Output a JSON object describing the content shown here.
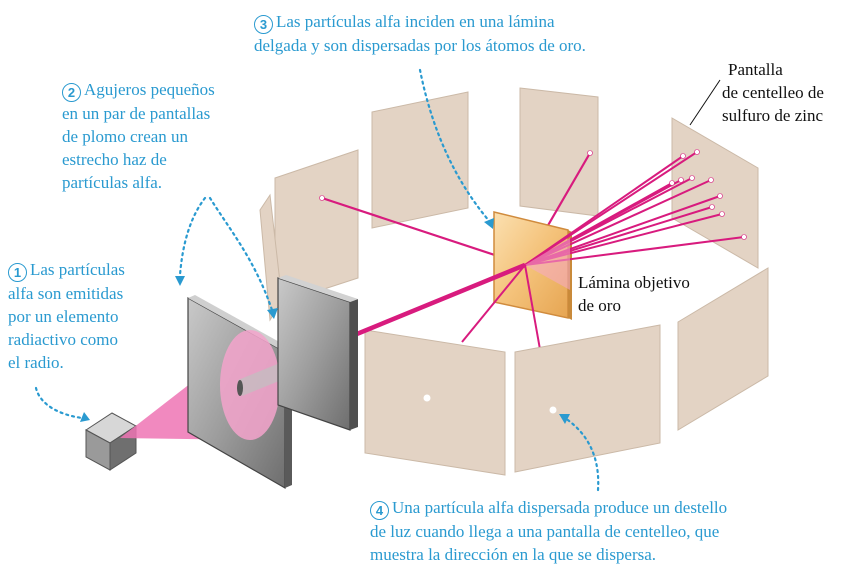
{
  "callouts": [
    {
      "number": "1",
      "lines": [
        "Las partículas",
        "alfa son emitidas",
        "por un elemento",
        "radiactivo como",
        "el radio."
      ]
    },
    {
      "number": "2",
      "lines": [
        "Agujeros pequeños",
        "en un par de pantallas",
        "de plomo crean un",
        "estrecho haz de",
        "partículas alfa."
      ]
    },
    {
      "number": "3",
      "lines": [
        "Las partículas alfa inciden en una lámina",
        "delgada y son dispersadas por los átomos de oro."
      ]
    },
    {
      "number": "4",
      "lines": [
        "Una partícula alfa dispersada produce un destello",
        "de luz cuando llega a una pantalla de centelleo, que",
        "muestra la dirección en la que se dispersa."
      ]
    }
  ],
  "labels": {
    "screen": [
      "Pantalla",
      "de centelleo de",
      "sulfuro de zinc"
    ],
    "foil": [
      "Lámina objetivo",
      "de oro"
    ]
  },
  "colors": {
    "callout": "#2a9ad0",
    "beam": "#d81b7e",
    "screen_panel": "#e3d3c4",
    "foil": "#f4c27a",
    "lead_plate": "#9a9a9a"
  }
}
